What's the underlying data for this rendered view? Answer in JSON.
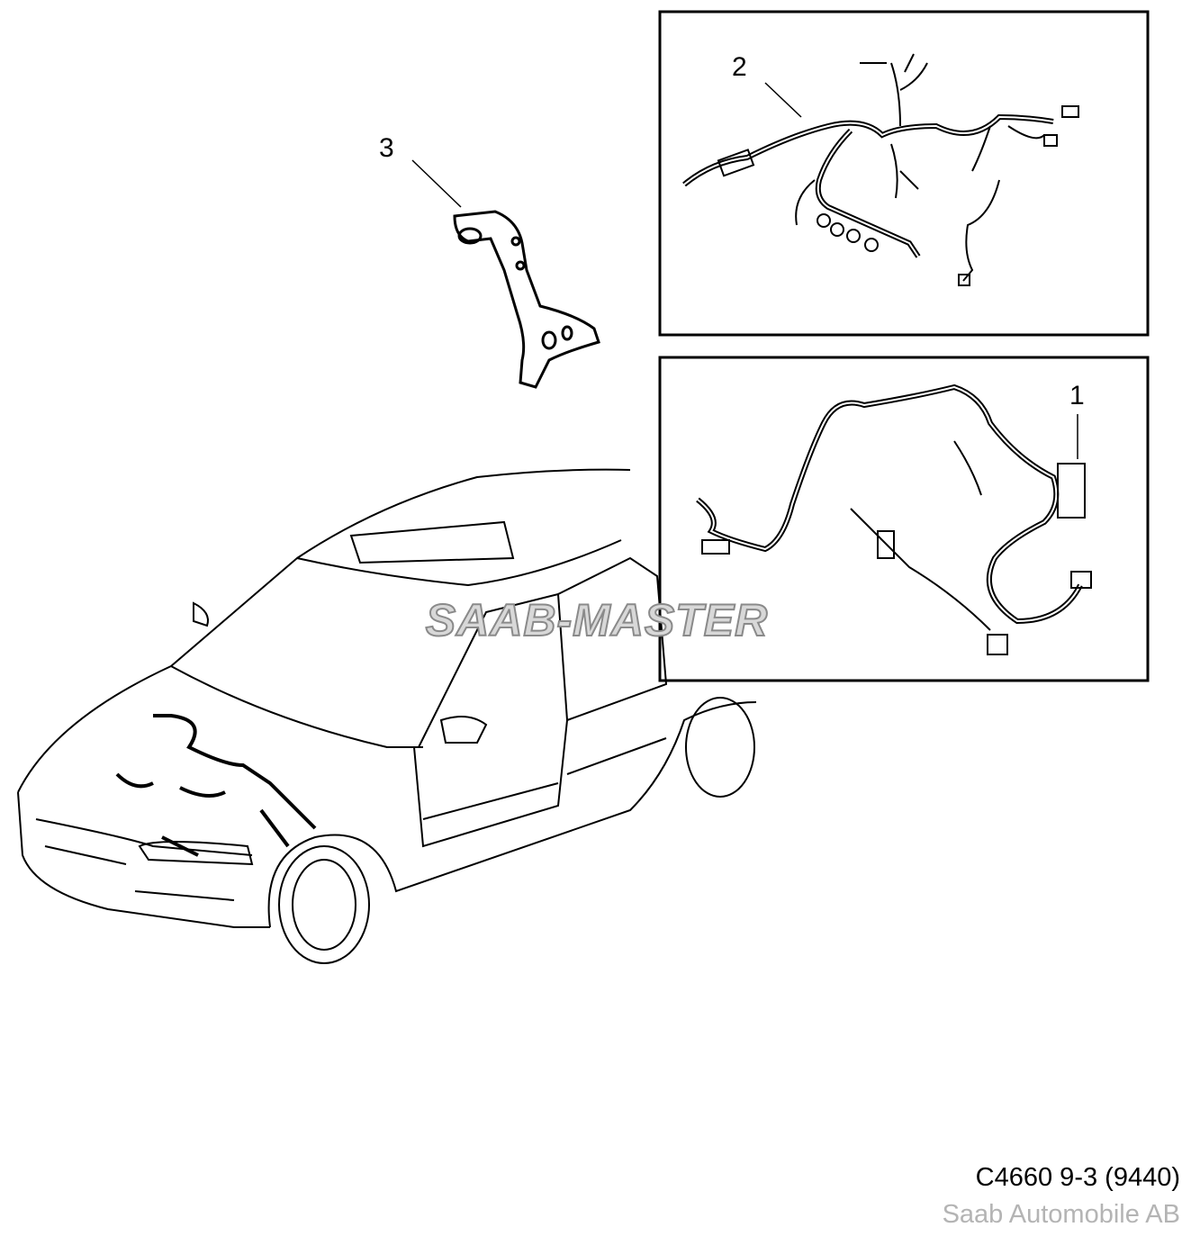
{
  "callouts": {
    "part1": "1",
    "part2": "2",
    "part3": "3"
  },
  "watermark": "SAAB-MASTER",
  "footer": {
    "diagram_code": "C4660 9-3 (9440)",
    "company": "Saab Automobile AB"
  }
}
